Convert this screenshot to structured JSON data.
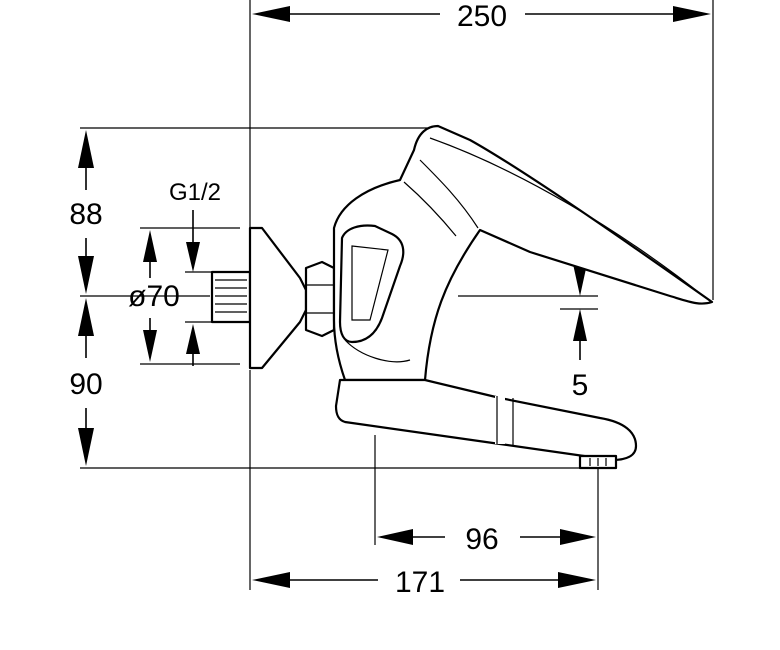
{
  "dimensions": {
    "overall_length": "250",
    "height_above_axis": "88",
    "height_below_axis": "90",
    "thread_size": "G1/2",
    "rosette_diameter": "ø70",
    "spout_gap": "5",
    "spout_reach_inner": "96",
    "spout_reach_outer": "171"
  }
}
